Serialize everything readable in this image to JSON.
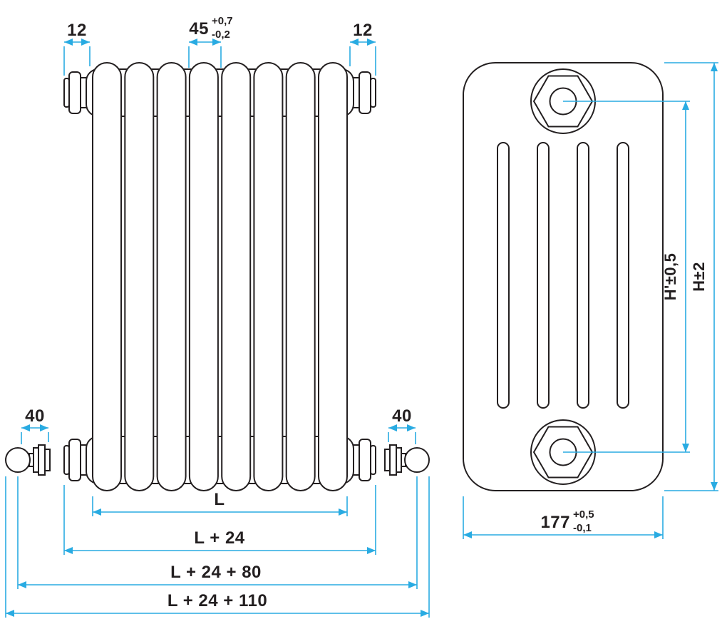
{
  "drawing": {
    "front_view": {
      "offset_left": "12",
      "offset_right": "12",
      "pitch": {
        "value": "45",
        "tol_plus": "+0,7",
        "tol_minus": "-0,2"
      },
      "valve_left": "40",
      "valve_right": "40",
      "length": "L",
      "length_24": "L + 24",
      "length_24_80": "L + 24 + 80",
      "length_24_110": "L + 24 + 110"
    },
    "side_view": {
      "height_inner": "H'±0,5",
      "height_overall": "H±2",
      "depth": {
        "value": "177",
        "tol_plus": "+0,5",
        "tol_minus": "-0,1"
      }
    },
    "colors": {
      "outline": "#231f20",
      "dimension": "#29abe2",
      "background": "#ffffff"
    }
  }
}
